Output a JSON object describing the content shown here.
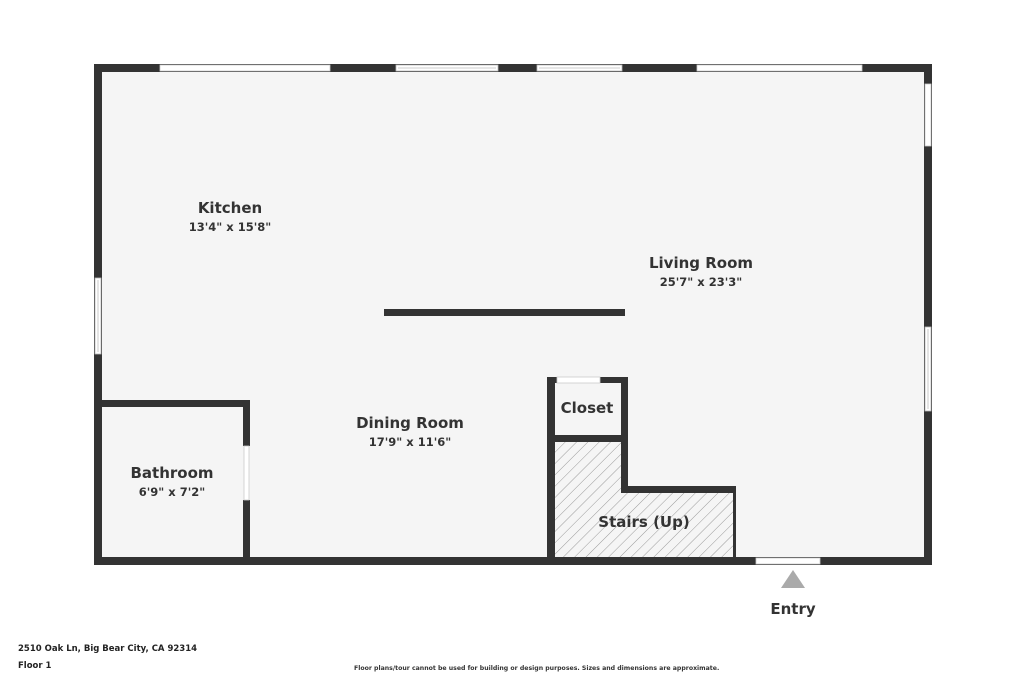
{
  "plan": {
    "rooms": {
      "kitchen": {
        "name": "Kitchen",
        "dims": "13'4\" x 15'8\""
      },
      "living_room": {
        "name": "Living Room",
        "dims": "25'7\" x 23'3\""
      },
      "dining_room": {
        "name": "Dining Room",
        "dims": "17'9\" x 11'6\""
      },
      "bathroom": {
        "name": "Bathroom",
        "dims": "6'9\" x 7'2\""
      },
      "closet": {
        "name": "Closet"
      },
      "stairs": {
        "name": "Stairs (Up)"
      }
    },
    "entry_label": "Entry"
  },
  "colors": {
    "wall": "#333333",
    "floor": "#f5f5f5",
    "window": "#ffffff",
    "hatch": "#999999"
  },
  "footer": {
    "address": "2510 Oak Ln, Big Bear City, CA 92314",
    "floor": "Floor 1",
    "disclaimer": "Floor plans/tour cannot be used for building or design purposes. Sizes and dimensions are approximate."
  }
}
